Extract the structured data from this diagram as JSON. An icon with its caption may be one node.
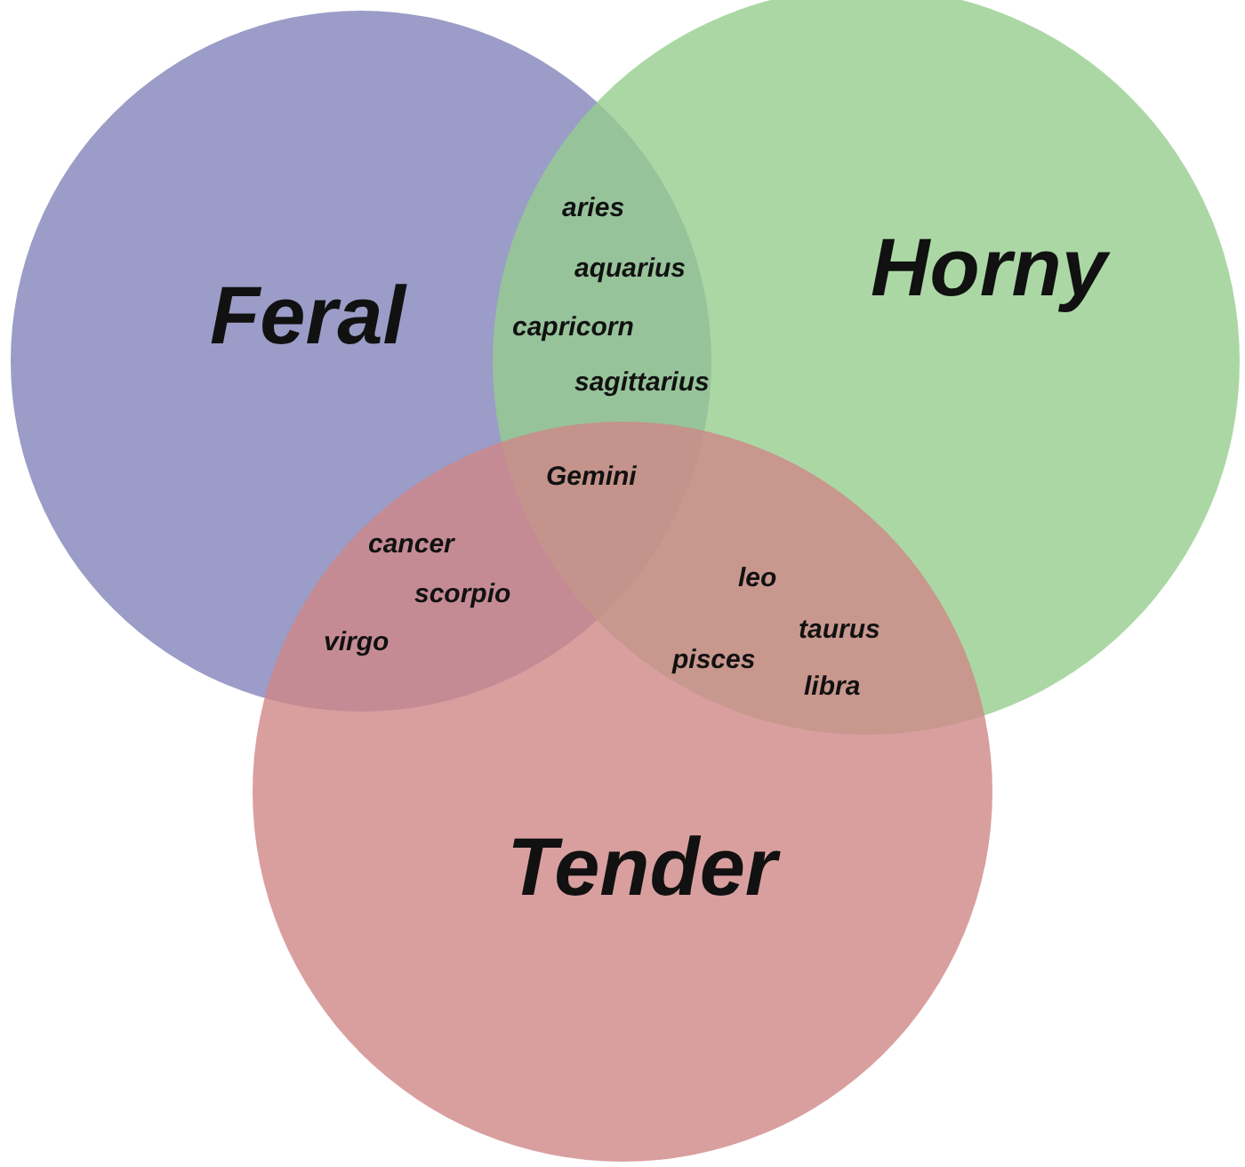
{
  "diagram": {
    "nodes": [
      {
        "text": [
          "Feral"
        ]
      },
      {
        "text": [
          "Horny"
        ]
      },
      {
        "text": [
          "Tender"
        ]
      }
    ],
    "labels": [
      "aries",
      "aquarius",
      "capricorn",
      "sagittarius",
      "Gemini",
      "cancer",
      "scorpio",
      "virgo",
      "leo",
      "taurus",
      "pisces",
      "libra"
    ]
  }
}
